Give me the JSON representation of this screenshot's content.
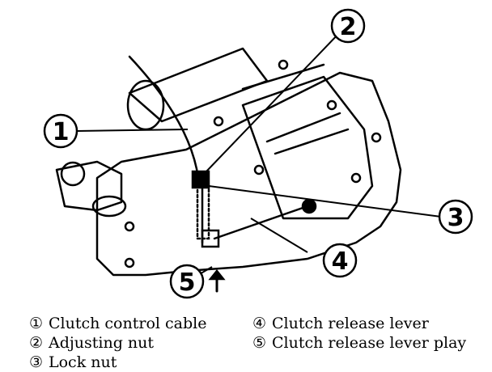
{
  "callouts": [
    {
      "num": "1",
      "label": "Clutch control cable"
    },
    {
      "num": "2",
      "label": "Adjusting nut"
    },
    {
      "num": "3",
      "label": "Lock nut"
    },
    {
      "num": "4",
      "label": "Clutch release lever"
    },
    {
      "num": "5",
      "label": "Clutch release lever play"
    }
  ],
  "legend": {
    "items": [
      {
        "mark": "①",
        "text": "Clutch control cable"
      },
      {
        "mark": "②",
        "text": "Adjusting nut"
      },
      {
        "mark": "③",
        "text": "Lock nut"
      },
      {
        "mark": "④",
        "text": "Clutch release lever"
      },
      {
        "mark": "⑤",
        "text": "Clutch release lever play"
      }
    ]
  }
}
